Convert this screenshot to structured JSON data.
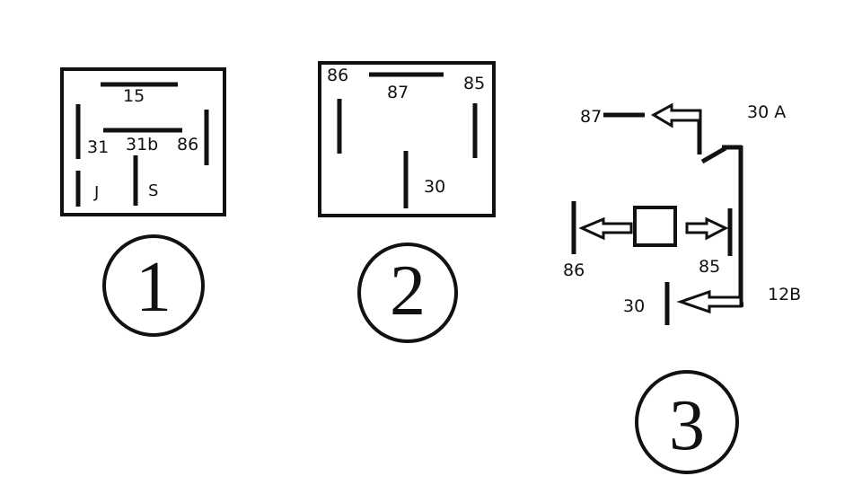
{
  "diagram1": {
    "pins": {
      "p15": "15",
      "p31": "31",
      "p31b": "31b",
      "p86": "86",
      "pJ": "J",
      "pS": "S"
    },
    "number": "1"
  },
  "diagram2": {
    "pins": {
      "p86": "86",
      "p87": "87",
      "p85": "85",
      "p30": "30"
    },
    "number": "2"
  },
  "diagram3": {
    "pins": {
      "p87": "87",
      "p30A": "30 A",
      "p86": "86",
      "p85": "85",
      "p30": "30",
      "p12B": "12B"
    },
    "number": "3"
  }
}
